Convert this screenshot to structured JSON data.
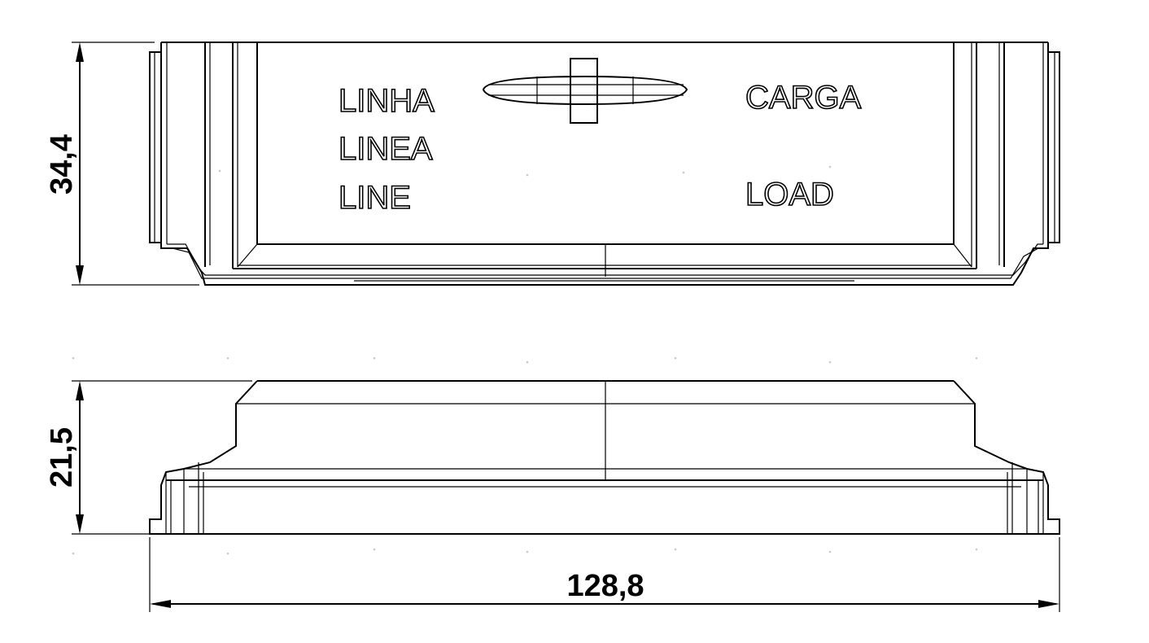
{
  "dimensions": {
    "top_height": "34,4",
    "side_height": "21,5",
    "width": "128,8"
  },
  "labels": {
    "line_pt": "LINHA",
    "line_es": "LINEA",
    "line_en": "LINE",
    "load_pt": "CARGA",
    "load_en": "LOAD"
  }
}
